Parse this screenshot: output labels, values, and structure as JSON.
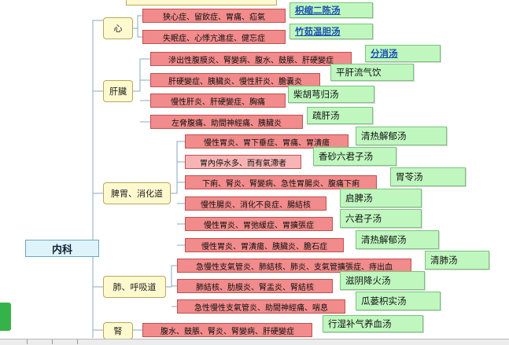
{
  "root": {
    "label": "内科"
  },
  "categories": [
    {
      "key": "heart",
      "label": "心",
      "rows": [
        {
          "symptom": "狭心症、留飲症、胃痛、疝氣",
          "herb": "枳缩二陈汤",
          "herb_link": true
        },
        {
          "symptom": "失眠症、心悸亢進症、健忘症",
          "herb": "竹茹温胆汤",
          "herb_link": true
        }
      ]
    },
    {
      "key": "liver",
      "label": "肝臟",
      "rows": [
        {
          "symptom": "滲出性腹膜炎、腎變病、腹水、鼓脹、肝硬變症",
          "herb": "分消汤",
          "herb_link": true
        },
        {
          "symptom": "肝硬變症、胰臟炎、慢性肝炎、膽囊炎",
          "herb": "平肝流气饮",
          "herb_link": false
        },
        {
          "symptom": "慢性肝炎、肝硬變症、胸痛",
          "herb": "柴胡芎归汤",
          "herb_link": false
        },
        {
          "symptom": "左脅腹痛、助間神經痛、胰臟炎",
          "herb": "疏肝汤",
          "herb_link": false
        }
      ]
    },
    {
      "key": "digestive",
      "label": "脾胃、消化道",
      "rows": [
        {
          "symptom": "慢性胃炎、胃下垂症、胃痛、胃潰瘍",
          "herb": "清热解郁汤",
          "herb_link": false
        },
        {
          "symptom": "胃內停水多、而有氣滯者",
          "herb": "香砂六君子汤",
          "herb_link": false
        },
        {
          "symptom": "下痢、腎炎、腎變病、急性胃腸炎、腹痛下痢",
          "herb": "胃苓汤",
          "herb_link": false
        },
        {
          "symptom": "慢性腸炎、消化不良症、腸結核",
          "herb": "启脾汤",
          "herb_link": false
        },
        {
          "symptom": "慢性胃炎、胃弛緩症、胃擴張症",
          "herb": "六君子汤",
          "herb_link": false
        },
        {
          "symptom": "慢性胃炎、胃潰瘍、胰臟炎、膽石症",
          "herb": "清热解郁汤",
          "herb_link": false
        }
      ]
    },
    {
      "key": "respiratory",
      "label": "肺、呼吸道",
      "rows": [
        {
          "symptom": "急慢性支氣管炎、肺結核、肺炎、支氣管擴張症、痔出血",
          "herb": "清肺汤",
          "herb_link": false
        },
        {
          "symptom": "肺結核、肋膜炎、腎盂炎、腎結核",
          "herb": "滋阴降火汤",
          "herb_link": false
        },
        {
          "symptom": "急性慢性支氣管炎、助間神經痛、喘息",
          "herb": "瓜蒌枳实汤",
          "herb_link": false
        }
      ]
    },
    {
      "key": "kidney",
      "label": "腎",
      "rows": [
        {
          "symptom": "腹水、鼓脹、腎炎、腎變病、肝硬變症",
          "herb": "行湿补气养血汤",
          "herb_link": false
        }
      ]
    }
  ]
}
